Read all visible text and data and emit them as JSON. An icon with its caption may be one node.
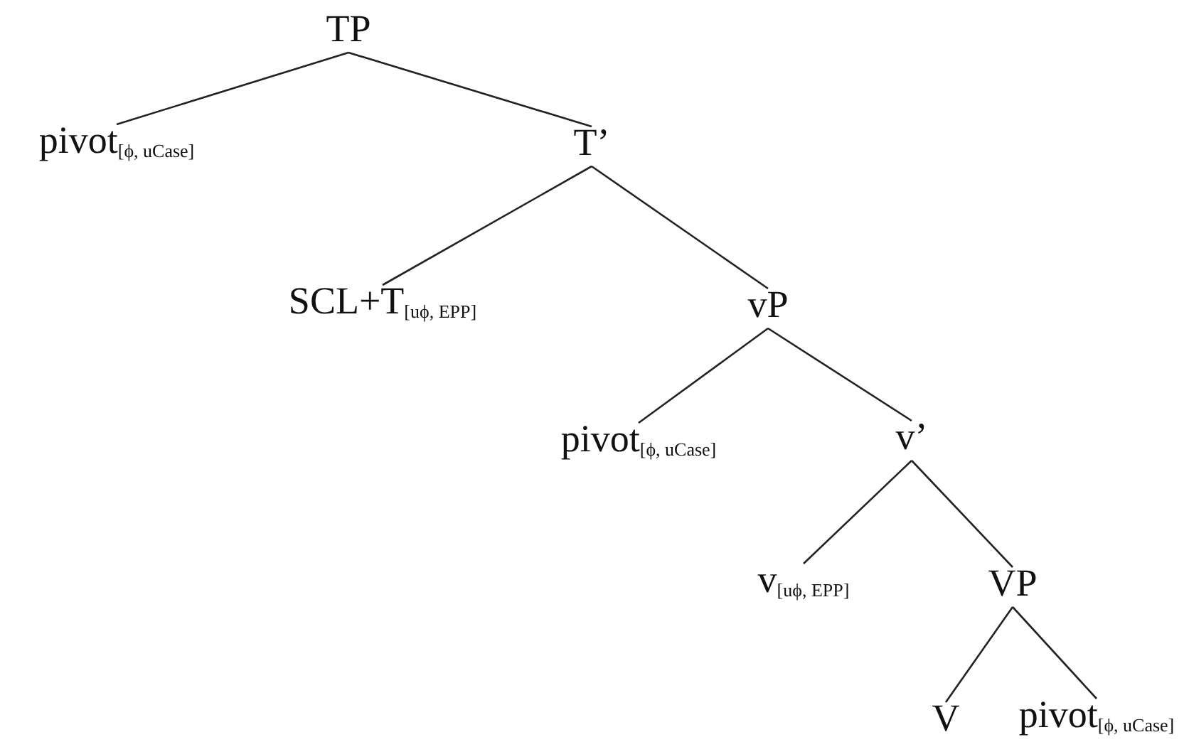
{
  "diagram": {
    "nodes": [
      {
        "text": [
          "TP"
        ]
      },
      {
        "text": [
          "pivot$_{[ϕ, uCase]}$"
        ]
      },
      {
        "text": [
          "T’"
        ]
      },
      {
        "text": [
          "SCL+T$_{[uϕ, EPP]}$"
        ]
      },
      {
        "text": [
          "vP"
        ]
      },
      {
        "text": [
          "pivot$_{[ϕ, uCase]}$"
        ]
      },
      {
        "text": [
          "v’"
        ]
      },
      {
        "text": [
          "v$_{[uϕ, EPP]}$"
        ]
      },
      {
        "text": [
          "VP"
        ]
      },
      {
        "text": [
          "V"
        ]
      },
      {
        "text": [
          "pivot$_{[ϕ, uCase]}$"
        ]
      }
    ],
    "edges": [
      {
        "from": 0,
        "to": 1,
        "arrow": "none"
      },
      {
        "from": 0,
        "to": 2,
        "arrow": "none"
      },
      {
        "from": 2,
        "to": 3,
        "arrow": "none"
      },
      {
        "from": 2,
        "to": 4,
        "arrow": "none"
      },
      {
        "from": 4,
        "to": 5,
        "arrow": "none"
      },
      {
        "from": 4,
        "to": 6,
        "arrow": "none"
      },
      {
        "from": 6,
        "to": 7,
        "arrow": "none"
      },
      {
        "from": 6,
        "to": 8,
        "arrow": "none"
      },
      {
        "from": 8,
        "to": 9,
        "arrow": "none"
      },
      {
        "from": 8,
        "to": 10,
        "arrow": "none"
      }
    ]
  }
}
